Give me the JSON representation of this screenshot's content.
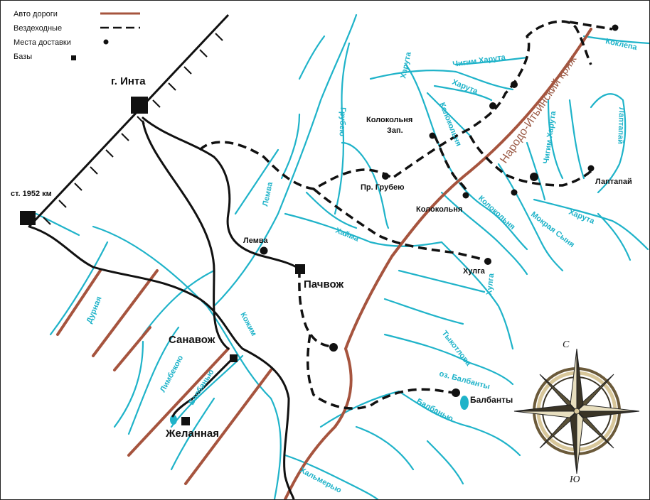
{
  "legend": {
    "roads_label": "Авто дороги",
    "offroad_label": "Вездеходные",
    "delivery_label": "Места доставки",
    "bases_label": "Базы"
  },
  "colors": {
    "river": "#1fb3c9",
    "road": "#a6543e",
    "track": "#111111",
    "railway": "#111111",
    "background": "#ffffff"
  },
  "towns": {
    "inta": "г. Инта",
    "station": "ст. 1952 км"
  },
  "bases": {
    "pachvozh": "Пачвож",
    "sanavozh": "Санавож",
    "zhelannaya": "Желанная"
  },
  "delivery_points": {
    "lemva": "Лемва",
    "kolokolnya_zap_1": "Колокольня",
    "kolokolnya_zap_2": "Зап.",
    "pr_grubeyu": "Пр. Грубею",
    "kolokolnya": "Колокольня",
    "laptapay": "Лаптапай",
    "khulga": "Хулга",
    "balbanty": "Балбанты"
  },
  "rivers": {
    "kharuta_1": "Харута",
    "chigim_kharuta_1": "Чигим Харута",
    "kharuta_2": "Харута",
    "koklepa": "Коклепа",
    "grubeyu": "Грубею",
    "kolokolnya_upper": "Колокольня",
    "chigim_kharuta_2": "Чигим Харута",
    "laptapay_river": "Лаптапай",
    "kolokolnya_lower": "Колокольня",
    "mokraya_synya": "Мокрая Сыня",
    "kharuta_3": "Харута",
    "lemva_river": "Лемва",
    "khayma": "Хайма",
    "khulga_river": "Хулга",
    "durnaya": "Дурная",
    "limbekoyu": "Лимбекою",
    "kozhim": "Кожим",
    "balbanyu_1": "Балбанью",
    "tykotlova": "Тыкотлова",
    "oz_balbanty": "оз. Балбанты",
    "balbanyu_2": "Балбанью",
    "khalmeryu": "Хальмерью"
  },
  "ridge": "Народо-Итьинский кряж",
  "compass": {
    "north": "С",
    "south": "Ю"
  }
}
